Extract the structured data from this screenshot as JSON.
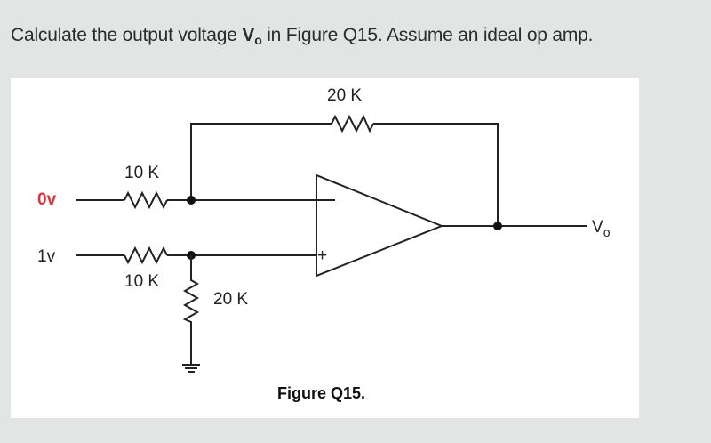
{
  "question": {
    "prefix": "Calculate the output voltage ",
    "symbol": "V",
    "symbol_sub": "o",
    "suffix": " in Figure Q15. Assume an ideal op amp."
  },
  "figure": {
    "caption": "Figure Q15.",
    "inputs": {
      "inverting_source": "0v",
      "noninverting_source": "1v"
    },
    "resistors": {
      "r_in_inverting": "10 K",
      "r_in_noninverting": "10 K",
      "r_feedback": "20 K",
      "r_ground": "20 K"
    },
    "opamp": {
      "minus_sign": "",
      "plus_sign": "+"
    },
    "output": {
      "label": "V",
      "label_sub": "o"
    },
    "colors": {
      "highlight_source": "#e0303c"
    }
  }
}
